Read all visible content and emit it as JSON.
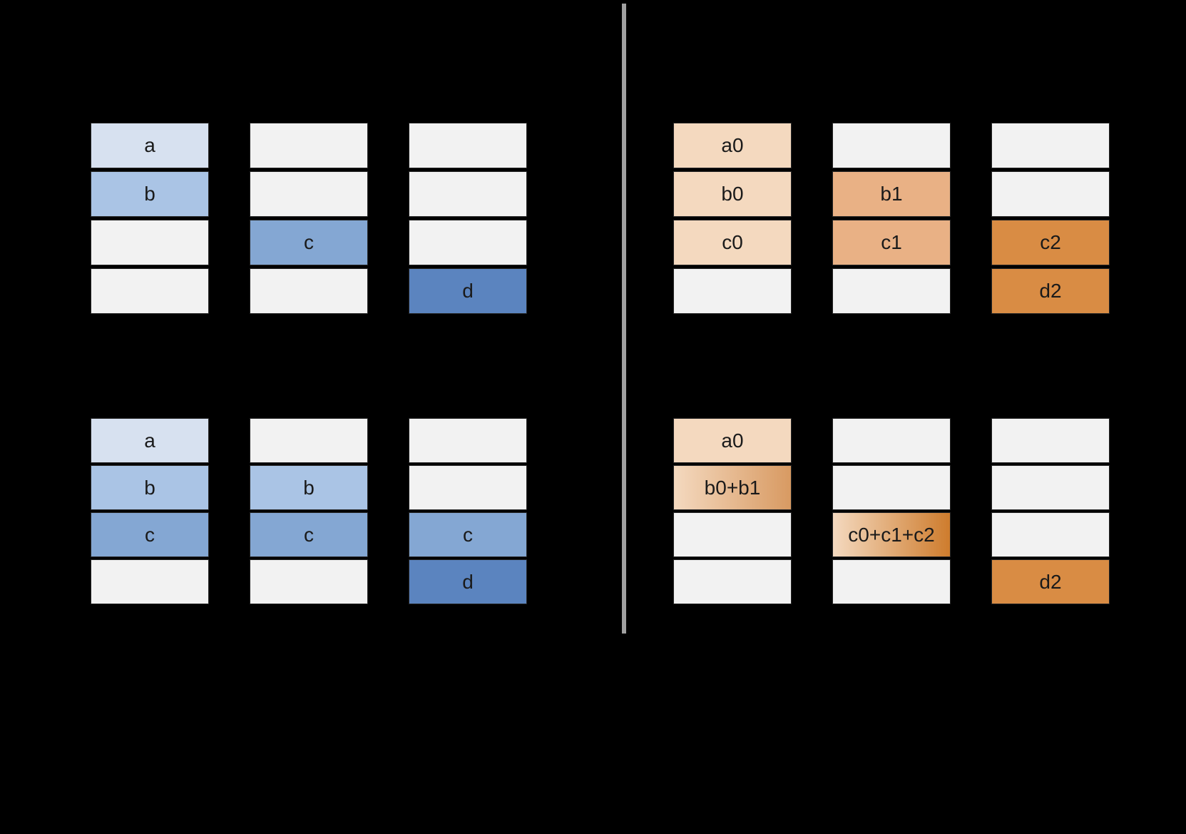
{
  "palette": {
    "background": "#000000",
    "divider_color": "#a1a1a1",
    "cell_border": "#262626",
    "label_color": "#1a1a1a",
    "empty": "#f2f2f2",
    "blue_light": "#d7e1f0",
    "blue_mid_light": "#aac4e5",
    "blue_mid": "#84a7d3",
    "blue_dark": "#5b84bf",
    "orange_light": "#f4d9bf",
    "orange_mid": "#e9b185",
    "orange_dark": "#d98c44",
    "orange_grad_mid_end": "#d89a62",
    "orange_grad_dark_end": "#ce7c2d"
  },
  "groups": {
    "left_top": {
      "columns": [
        {
          "cells": [
            {
              "label": "a",
              "fill": "blue_light"
            },
            {
              "label": "b",
              "fill": "blue_mid_light"
            },
            {
              "label": "",
              "fill": "empty"
            },
            {
              "label": "",
              "fill": "empty"
            }
          ]
        },
        {
          "cells": [
            {
              "label": "",
              "fill": "empty"
            },
            {
              "label": "",
              "fill": "empty"
            },
            {
              "label": "c",
              "fill": "blue_mid"
            },
            {
              "label": "",
              "fill": "empty"
            }
          ]
        },
        {
          "cells": [
            {
              "label": "",
              "fill": "empty"
            },
            {
              "label": "",
              "fill": "empty"
            },
            {
              "label": "",
              "fill": "empty"
            },
            {
              "label": "d",
              "fill": "blue_dark"
            }
          ]
        }
      ]
    },
    "left_bottom": {
      "columns": [
        {
          "cells": [
            {
              "label": "a",
              "fill": "blue_light"
            },
            {
              "label": "b",
              "fill": "blue_mid_light"
            },
            {
              "label": "c",
              "fill": "blue_mid"
            },
            {
              "label": "",
              "fill": "empty"
            }
          ]
        },
        {
          "cells": [
            {
              "label": "",
              "fill": "empty"
            },
            {
              "label": "b",
              "fill": "blue_mid_light"
            },
            {
              "label": "c",
              "fill": "blue_mid"
            },
            {
              "label": "",
              "fill": "empty"
            }
          ]
        },
        {
          "cells": [
            {
              "label": "",
              "fill": "empty"
            },
            {
              "label": "",
              "fill": "empty"
            },
            {
              "label": "c",
              "fill": "blue_mid"
            },
            {
              "label": "d",
              "fill": "blue_dark"
            }
          ]
        }
      ]
    },
    "right_top": {
      "columns": [
        {
          "cells": [
            {
              "label": "a0",
              "fill": "orange_light"
            },
            {
              "label": "b0",
              "fill": "orange_light"
            },
            {
              "label": "c0",
              "fill": "orange_light"
            },
            {
              "label": "",
              "fill": "empty"
            }
          ]
        },
        {
          "cells": [
            {
              "label": "",
              "fill": "empty"
            },
            {
              "label": "b1",
              "fill": "orange_mid"
            },
            {
              "label": "c1",
              "fill": "orange_mid"
            },
            {
              "label": "",
              "fill": "empty"
            }
          ]
        },
        {
          "cells": [
            {
              "label": "",
              "fill": "empty"
            },
            {
              "label": "",
              "fill": "empty"
            },
            {
              "label": "c2",
              "fill": "orange_dark"
            },
            {
              "label": "d2",
              "fill": "orange_dark"
            }
          ]
        }
      ]
    },
    "right_bottom": {
      "columns": [
        {
          "cells": [
            {
              "label": "a0",
              "fill": "orange_light"
            },
            {
              "label": "b0+b1",
              "fill": "gradient_mid"
            },
            {
              "label": "",
              "fill": "empty"
            },
            {
              "label": "",
              "fill": "empty"
            }
          ]
        },
        {
          "cells": [
            {
              "label": "",
              "fill": "empty"
            },
            {
              "label": "",
              "fill": "empty"
            },
            {
              "label": "c0+c1+c2",
              "fill": "gradient_dark"
            },
            {
              "label": "",
              "fill": "empty"
            }
          ]
        },
        {
          "cells": [
            {
              "label": "",
              "fill": "empty"
            },
            {
              "label": "",
              "fill": "empty"
            },
            {
              "label": "",
              "fill": "empty"
            },
            {
              "label": "d2",
              "fill": "orange_dark"
            }
          ]
        }
      ]
    }
  }
}
